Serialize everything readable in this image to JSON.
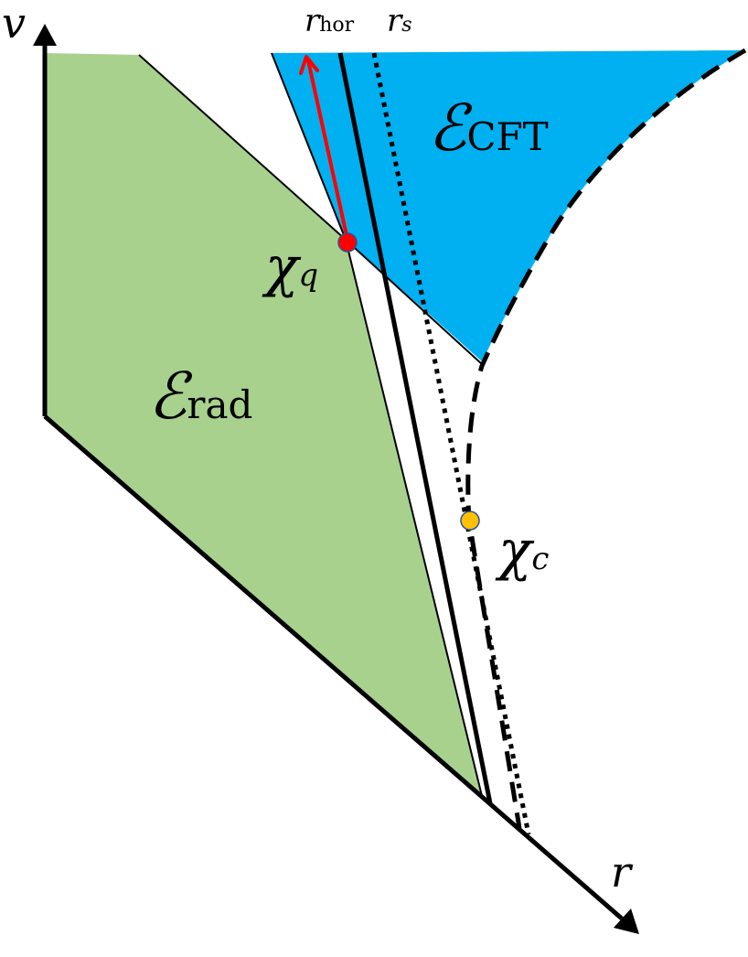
{
  "diagram": {
    "title": "",
    "axes": {
      "vertical": {
        "label": "v"
      },
      "diagonal": {
        "label": "r"
      }
    },
    "regions": [
      {
        "id": "rad",
        "symbol": "ℰ",
        "subscript": "rad",
        "color": "#a9d18e"
      },
      {
        "id": "cft",
        "symbol": "ℰ",
        "subscript": "CFT",
        "color": "#00b0f0"
      }
    ],
    "lines": [
      {
        "id": "horizon",
        "label": "r",
        "subscript": "hor",
        "style": "solid"
      },
      {
        "id": "shell",
        "label": "r",
        "subscript": "s",
        "style": "dotted"
      },
      {
        "id": "boundary",
        "label": "",
        "style": "dashed"
      }
    ],
    "points": [
      {
        "id": "chi-q",
        "label": "χ",
        "subscript": "q",
        "color": "#ff0000"
      },
      {
        "id": "chi-c",
        "label": "χ",
        "subscript": "c",
        "color": "#ffc000"
      }
    ],
    "arrow_color": "#ff0000"
  }
}
